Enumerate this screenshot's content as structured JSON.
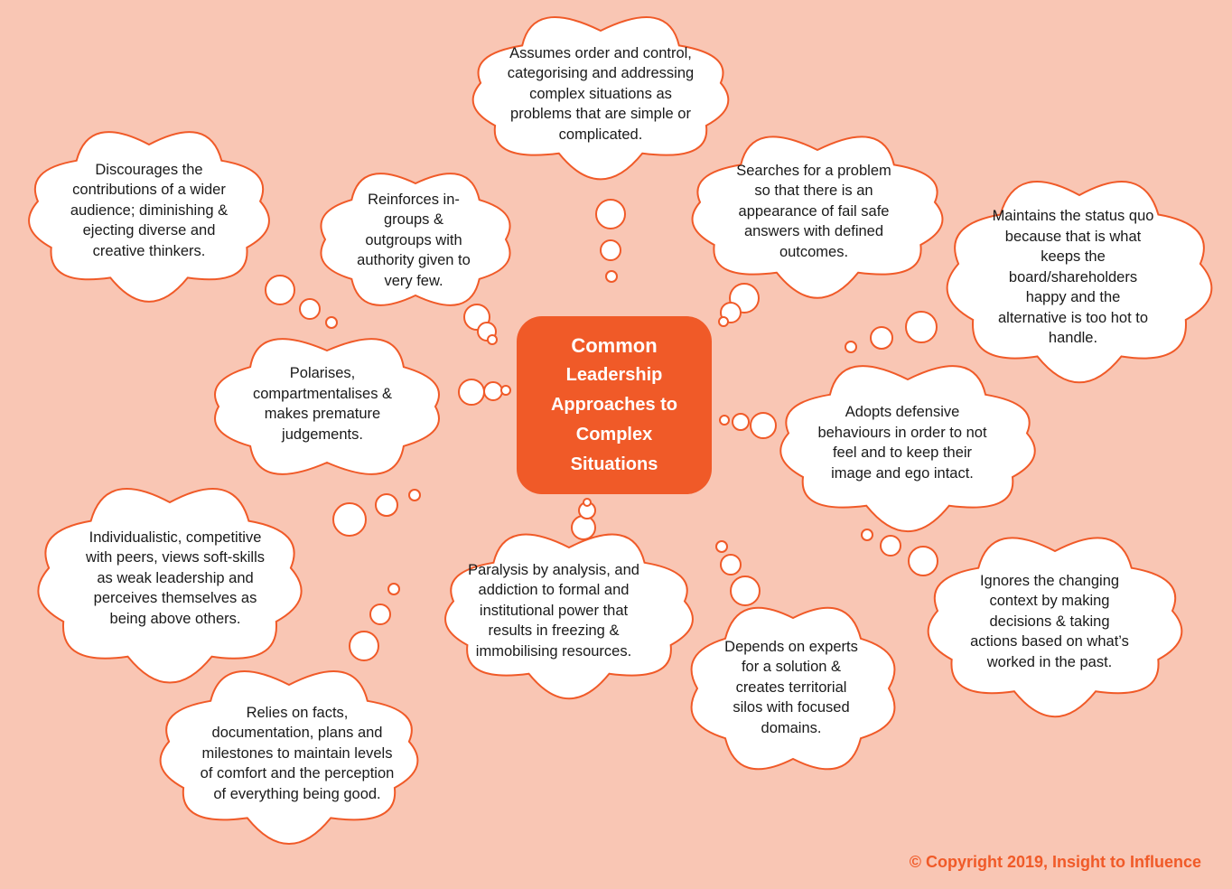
{
  "colors": {
    "background": "#f9c6b4",
    "accent": "#f05a28",
    "cloud_fill": "#ffffff",
    "cloud_stroke": "#f05a28"
  },
  "center": {
    "line1": "Common",
    "line2": "Leadership",
    "line3": "Approaches to",
    "line4": "Complex",
    "line5": "Situations"
  },
  "clouds": {
    "order_control": "Assumes order and control, categorising and addressing complex situations as problems that are simple or complicated.",
    "discourages": "Discourages the contributions of a wider audience; diminishing & ejecting diverse and creative thinkers.",
    "reinforces": "Reinforces in-groups & outgroups with authority given to very few.",
    "searches": "Searches for a problem so that there is an appearance of fail safe answers with defined outcomes.",
    "status_quo": "Maintains the status quo because that is what keeps the board/shareholders happy and the alternative is too hot to handle.",
    "polarises": "Polarises, compartmentalises & makes premature judgements.",
    "defensive": "Adopts defensive behaviours in order to not feel and to keep their image and ego intact.",
    "individualistic": "Individualistic, competitive with peers, views soft-skills as weak leadership and perceives themselves as being above others.",
    "paralysis": "Paralysis by analysis, and addiction to formal and institutional power that results in freezing &  immobilising resources.",
    "ignores": "Ignores the changing context  by making decisions & taking actions based on what’s worked in the past.",
    "depends": "Depends on experts for a solution & creates territorial silos with focused domains.",
    "relies": "Relies on facts, documentation, plans and milestones to maintain levels of comfort and the perception of everything being good."
  },
  "copyright": "© Copyright 2019, Insight to Influence"
}
